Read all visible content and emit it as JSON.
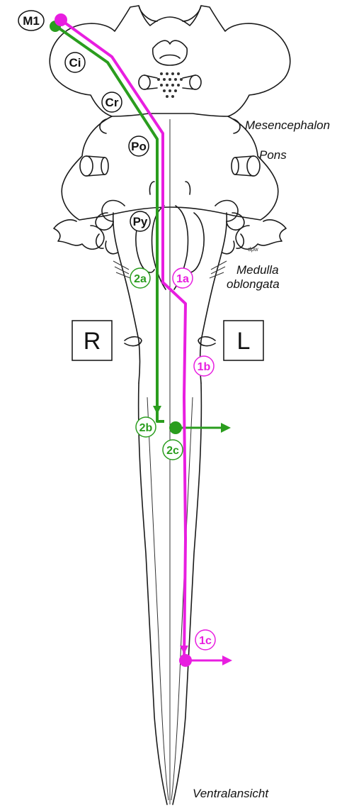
{
  "labels": {
    "m1": "M1",
    "ci": "Ci",
    "cr": "Cr",
    "po": "Po",
    "py": "Py",
    "mesencephalon": "Mesencephalon",
    "pons": "Pons",
    "medulla_line1": "Medulla",
    "medulla_line2": "oblongata",
    "side_right": "R",
    "side_left": "L",
    "view": "Ventralansicht",
    "artist": "dpw"
  },
  "path_markers": {
    "magenta": [
      "1a",
      "1b",
      "1c"
    ],
    "green": [
      "2a",
      "2b",
      "2c"
    ]
  },
  "colors": {
    "magenta_path": "#e81ee0",
    "green_path": "#2a9d1e",
    "outline": "#1a1a1a"
  }
}
